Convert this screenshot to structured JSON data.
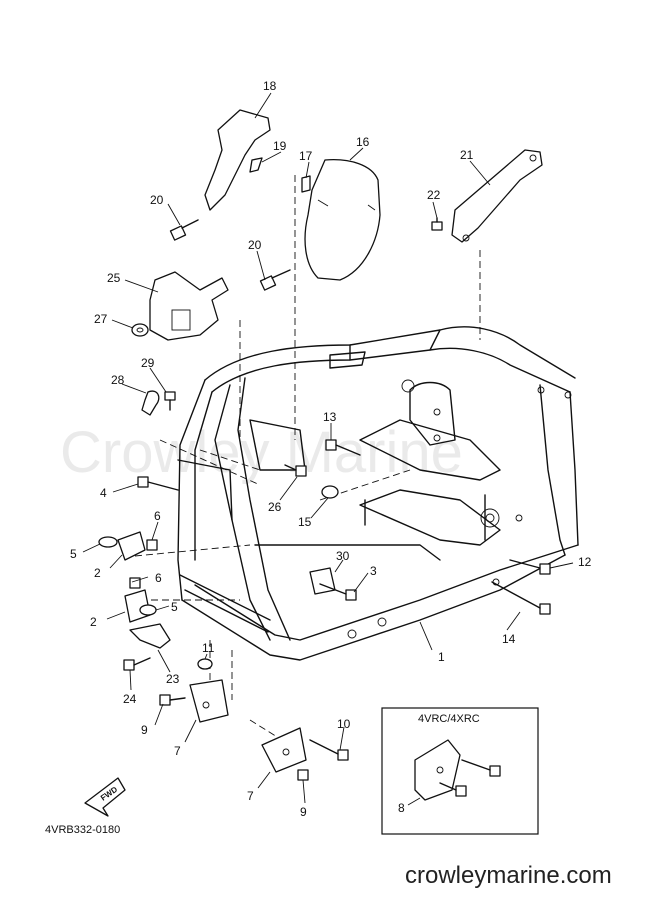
{
  "watermark": "Crowley Marine",
  "inset_title": "4VRC/4XRC",
  "diagram_ref": "4VRB332-0180",
  "footer_site": "crowleymarine.com",
  "fwd_label": "FWD",
  "callouts": {
    "c1": "1",
    "c2a": "2",
    "c2b": "2",
    "c3": "3",
    "c4": "4",
    "c5a": "5",
    "c5b": "5",
    "c6a": "6",
    "c6b": "6",
    "c7a": "7",
    "c7b": "7",
    "c8": "8",
    "c9a": "9",
    "c9b": "9",
    "c10": "10",
    "c11": "11",
    "c12": "12",
    "c13": "13",
    "c14": "14",
    "c15": "15",
    "c16": "16",
    "c17": "17",
    "c18": "18",
    "c19": "19",
    "c20a": "20",
    "c20b": "20",
    "c21": "21",
    "c22": "22",
    "c23": "23",
    "c24": "24",
    "c25": "25",
    "c26": "26",
    "c27": "27",
    "c28": "28",
    "c29": "29",
    "c30": "30"
  }
}
